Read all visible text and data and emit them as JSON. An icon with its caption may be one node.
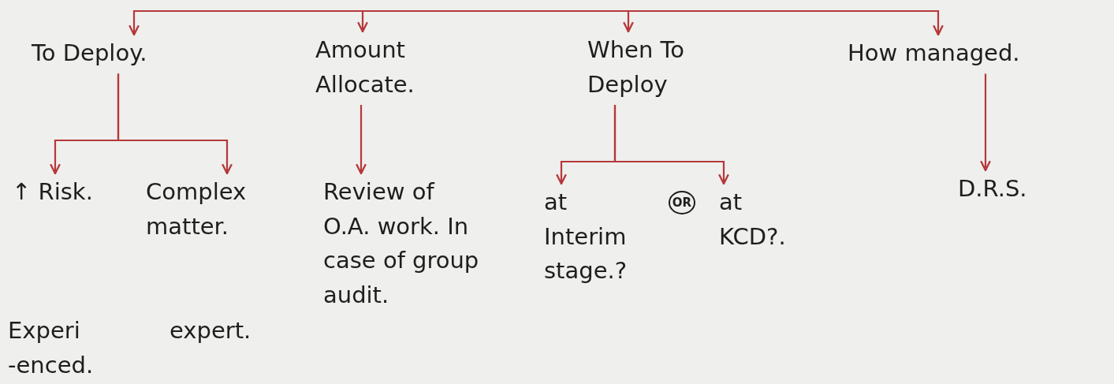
{
  "diagram": {
    "nodes": [
      {
        "text": [
          "To Deploy."
        ]
      },
      {
        "text": [
          "Amount Allocate."
        ]
      },
      {
        "text": [
          "When To Deploy"
        ]
      },
      {
        "text": [
          "How managed."
        ]
      },
      {
        "text": [
          "↑ Risk."
        ]
      },
      {
        "text": [
          "Complex matter."
        ]
      },
      {
        "text": [
          "Review of O.A. work. In case of group audit."
        ]
      },
      {
        "text": [
          "at Interim stage.?"
        ]
      },
      {
        "text": [
          "at KCD?."
        ]
      },
      {
        "text": [
          "D.R.S."
        ]
      }
    ],
    "edges": [
      {
        "from": null,
        "to": 0,
        "arrow": "to"
      },
      {
        "from": null,
        "to": 1,
        "arrow": "to"
      },
      {
        "from": null,
        "to": 2,
        "arrow": "to"
      },
      {
        "from": null,
        "to": 3,
        "arrow": "to"
      },
      {
        "from": 0,
        "to": 4,
        "arrow": "to"
      },
      {
        "from": 0,
        "to": 5,
        "arrow": "to"
      },
      {
        "from": 1,
        "to": 6,
        "arrow": "to"
      },
      {
        "from": 2,
        "to": 7,
        "arrow": "to"
      },
      {
        "from": 2,
        "to": 8,
        "arrow": "to"
      },
      {
        "from": 3,
        "to": 9,
        "arrow": "to"
      }
    ],
    "labels": [
      "OR",
      "Experi -enced.",
      "expert."
    ]
  }
}
